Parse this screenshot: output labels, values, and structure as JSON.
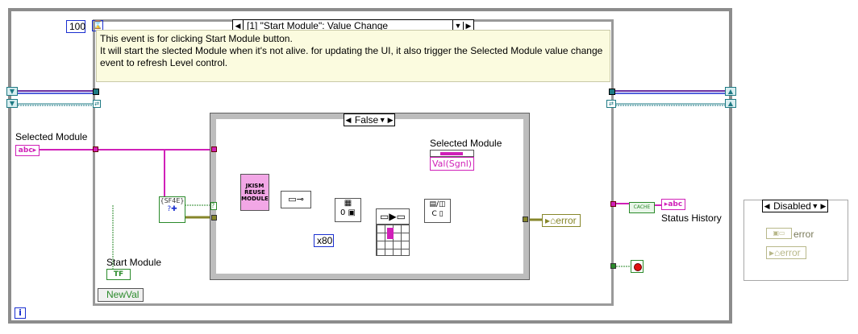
{
  "event_structure": {
    "timeout_constant": "100",
    "selector_label": "[1] \"Start Module\": Value Change",
    "comment": "This event is for clicking Start Module button.\nIt will start the slected Module when it's not alive. for updating the UI, it also trigger the Selected Module value change\nevent to refresh Level control.",
    "newval_label": "NewVal"
  },
  "case_structure": {
    "selector_label": "False"
  },
  "controls": {
    "selected_module_label": "Selected Module",
    "selected_module_terminal": "abc",
    "start_module_label": "Start Module",
    "start_module_terminal": "TF",
    "status_history_label": "Status History",
    "status_history_terminal": "abc"
  },
  "nodes": {
    "format_node_text": "{SF4E}",
    "jkism_text": "JKISM\nREUSE\nMODULE",
    "hex_constant": "x80",
    "property_node_label": "Selected Module",
    "property_node_item": "Val(Sgnl)",
    "error_out_label": "error",
    "cache_text": "CACHE",
    "false_case_x": "I"
  },
  "disabled_panel": {
    "selector_label": "Disabled",
    "error_indicator_label": "error",
    "error_constant_label": "error"
  },
  "colors": {
    "string_wire": "#d020b8",
    "error_wire": "#86862a",
    "refnum_wire": "#1e7a84",
    "number_border": "#1a2fd0",
    "comment_bg": "#fbfbdf"
  }
}
